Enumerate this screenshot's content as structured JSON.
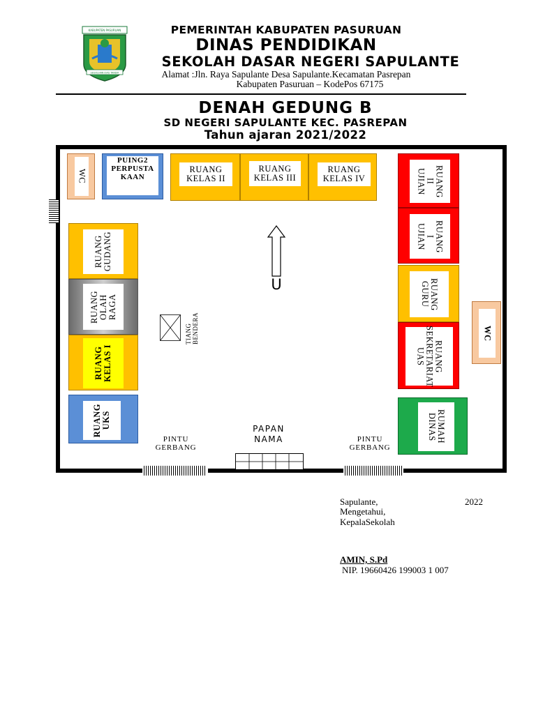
{
  "header": {
    "logo_text_top": "KABUPATEN PASURUAN",
    "logo_text_bottom": "SEGOLHAN EVIS TANDIF",
    "gov": "PEMERINTAH KABUPATEN PASURUAN",
    "dinas": "DINAS PENDIDIKAN",
    "school": "SEKOLAH DASAR NEGERI SAPULANTE",
    "address1": "Alamat :Jln. Raya Sapulante Desa Sapulante.Kecamatan Pasrepan",
    "address2": "Kabupaten Pasuruan – KodePos 67175"
  },
  "title": {
    "main": "DENAH GEDUNG B",
    "sub": "SD NEGERI SAPULANTE KEC. PASREPAN",
    "year": "Tahun ajaran 2021/2022"
  },
  "colors": {
    "orange": "#FFC000",
    "red": "#FF0000",
    "blue": "#5B8FD6",
    "green": "#1DAA4B",
    "peach": "#F8C9A0",
    "yellow": "#FFFF00",
    "grey": "#9B9B9B"
  },
  "rooms": {
    "wc_top": "WC",
    "perpustakaan": "PUING2\nPERPUSTA\nKAAN",
    "kelas2": "RUANG\nKELAS II",
    "kelas3": "RUANG\nKELAS III",
    "kelas4": "RUANG\nKELAS IV",
    "ujian2": "RUANG\nII\nUJIAN",
    "ujian1": "RUANG\nI\nUJIAN",
    "guru": "RUANG\nGURU",
    "sekretariat": "RUANG\nSEKRETARIAT\nUAS",
    "wc_right": "WC",
    "rumah_dinas": "RUMAH\nDINAS",
    "gudang": "RUANG\nGUDANG",
    "olahraga": "RUANG\nOLAH\nRAGA",
    "kelas1": "RUANG\nKELAS I",
    "uks": "RUANG\nUKS"
  },
  "features": {
    "north": "U",
    "flagpole": "TIANG\nBENDERA",
    "gate_left": "PINTU\nGERBANG",
    "gate_right": "PINTU\nGERBANG",
    "board": "PAPAN\nNAMA"
  },
  "signature": {
    "place": "Sapulante,",
    "year": "2022",
    "known": "Mengetahui,",
    "role": "KepalaSekolah",
    "name": "AMIN, S.Pd",
    "nip": "NIP. 19660426 199003 1 007"
  }
}
